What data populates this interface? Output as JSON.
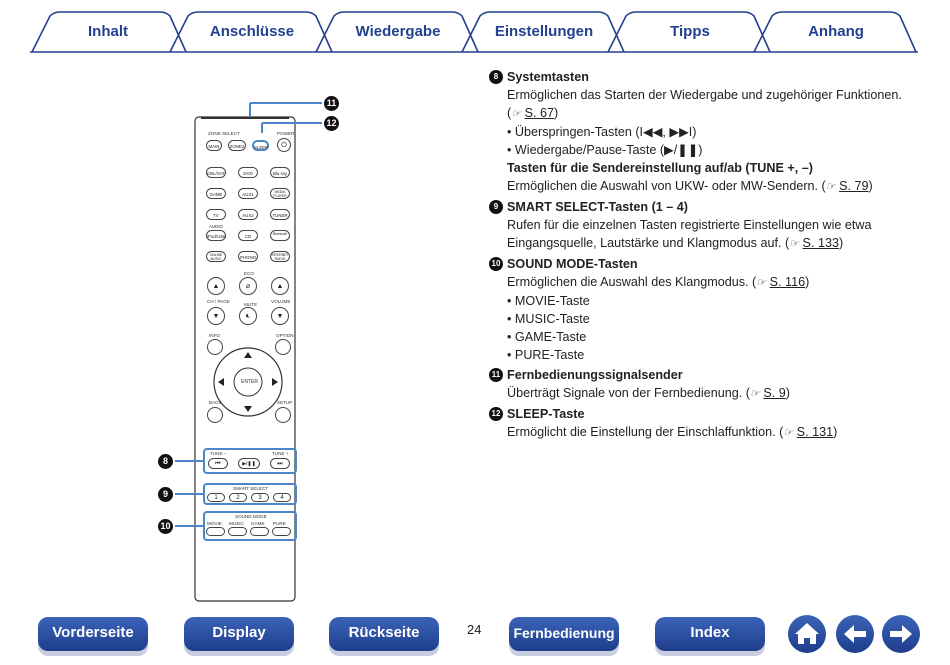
{
  "tabs": [
    "Inhalt",
    "Anschlüsse",
    "Wiedergabe",
    "Einstellungen",
    "Tipps",
    "Anhang"
  ],
  "remote": {
    "zone_select": "ZONE SELECT",
    "power": "POWER",
    "main": "MAIN",
    "zone2": "ZONE2",
    "sleep": "SLEEP",
    "power_symbol": "⏻",
    "source_rows": [
      [
        "CBL/SAT",
        "DVD",
        "Blu-ray"
      ],
      [
        "GAME",
        "AUX1",
        "MEDIA PLAYER"
      ],
      [
        "TV AUDIO",
        "AUX2",
        "TUNER"
      ],
      [
        "iPod/USB",
        "CD",
        "Bluetooth"
      ],
      [
        "ONLINE MUSIC",
        "PHONO",
        "INTERNET RADIO"
      ]
    ],
    "eco": "ECO",
    "ch_page": "CH / PAGE",
    "mute": "MUTE",
    "volume": "VOLUME",
    "info": "INFO",
    "option": "OPTION",
    "enter": "ENTER",
    "back": "BACK",
    "setup": "SETUP",
    "tune_minus": "TUNE –",
    "tune_plus": "TUNE +",
    "tune_prev": "⏮",
    "tune_play": "▶/❚❚",
    "tune_next": "⏭",
    "smart_select": "SMART SELECT",
    "smart_buttons": [
      "1",
      "2",
      "3",
      "4"
    ],
    "sound_mode": "SOUND MODE",
    "sound_buttons": [
      "MOVIE",
      "MUSIC",
      "GAME",
      "PURE"
    ],
    "callouts": {
      "c8": "8",
      "c9": "9",
      "c10": "10",
      "c11": "11",
      "c12": "12"
    }
  },
  "content": {
    "s8": {
      "num": "8",
      "title": "Systemtasten",
      "desc": "Ermöglichen das Starten der Wiedergabe und zugehöriger Funktionen.",
      "ref": "S. 67",
      "bullets": [
        "Überspringen-Tasten (I◀◀, ▶▶I)",
        "Wiedergabe/Pause-Taste (▶/❚❚)"
      ],
      "sub_title": "Tasten für die Sendereinstellung auf/ab (TUNE +, –)",
      "sub_desc": "Ermöglichen die Auswahl von UKW- oder MW-Sendern.",
      "sub_ref": "S. 79"
    },
    "s9": {
      "num": "9",
      "title": "SMART SELECT-Tasten (1 – 4)",
      "desc1": "Rufen für die einzelnen Tasten registrierte Einstellungen wie etwa",
      "desc2": "Eingangsquelle, Lautstärke und Klangmodus auf.",
      "ref": "S. 133"
    },
    "s10": {
      "num": "10",
      "title": "SOUND MODE-Tasten",
      "desc": "Ermöglichen die Auswahl des Klangmodus.",
      "ref": "S. 116",
      "bullets": [
        "MOVIE-Taste",
        "MUSIC-Taste",
        "GAME-Taste",
        "PURE-Taste"
      ]
    },
    "s11": {
      "num": "11",
      "title": "Fernbedienungssignalsender",
      "desc": "Überträgt Signale von der Fernbedienung.",
      "ref": "S. 9"
    },
    "s12": {
      "num": "12",
      "title": "SLEEP-Taste",
      "desc": "Ermöglicht die Einstellung der Einschlaffunktion.",
      "ref": "S. 131"
    }
  },
  "ref_icon": "☞",
  "bottom_nav": {
    "front": "Vorderseite",
    "display": "Display",
    "back": "Rückseite",
    "page": "24",
    "remote": "Fernbedienung",
    "index": "Index"
  },
  "icons": {
    "home": "home-icon",
    "prev": "arrow-left-icon",
    "next": "arrow-right-icon"
  },
  "colors": {
    "accent": "#24418f",
    "highlight": "#4a86c8"
  }
}
